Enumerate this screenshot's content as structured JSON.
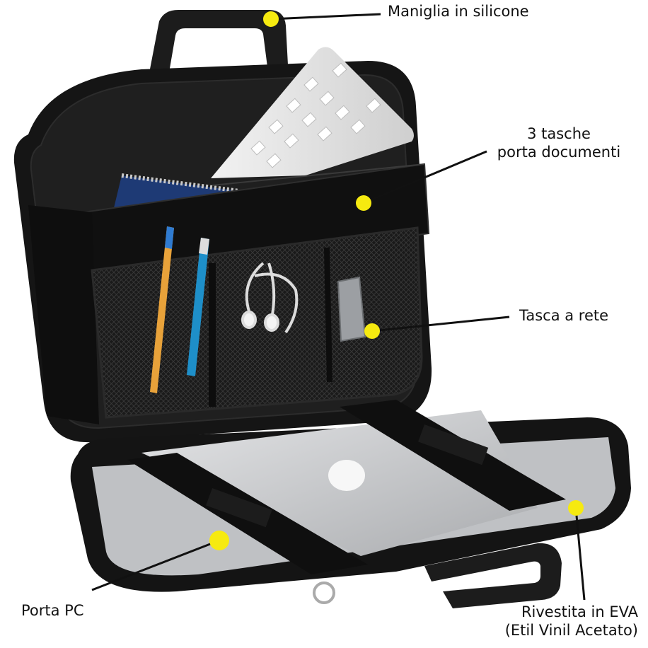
{
  "callouts": {
    "handle": "Maniglia in silicone",
    "pockets_line1": "3 tasche",
    "pockets_line2": "porta documenti",
    "mesh": "Tasca a rete",
    "pc": "Porta PC",
    "eva_line1": "Rivestita in EVA",
    "eva_line2": "(Etil Vinil Acetato)"
  },
  "colors": {
    "marker": "#f6ea10",
    "case": "#141414",
    "laptop": "#c9cbcd"
  }
}
